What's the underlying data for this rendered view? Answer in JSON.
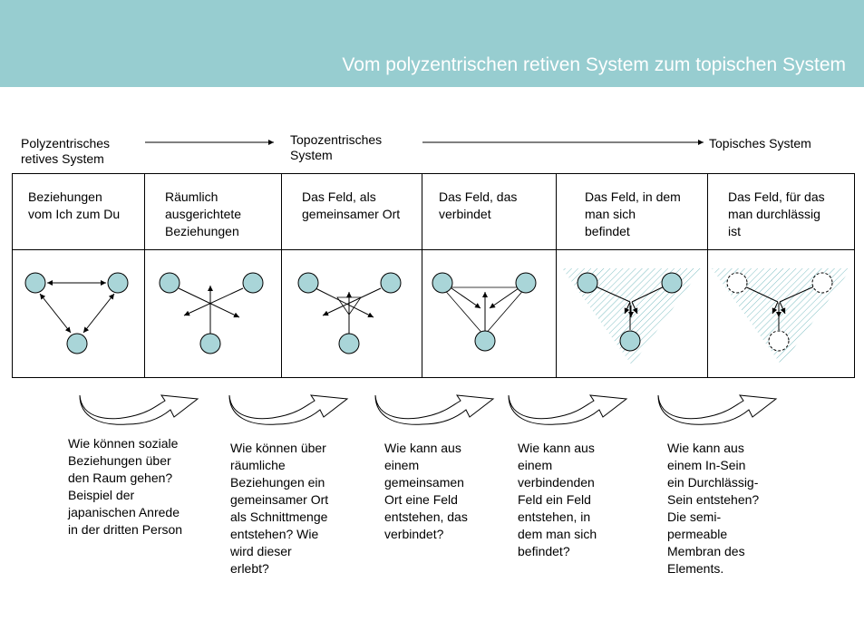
{
  "header": {
    "title": "Vom polyzentrischen retiven System zum topischen System"
  },
  "stages": [
    [
      "Polyzentrisches",
      "retives System"
    ],
    [
      "Topozentrisches",
      "System"
    ],
    [
      "Topisches System"
    ]
  ],
  "columns": [
    [
      "Beziehungen",
      "vom Ich zum Du"
    ],
    [
      "Räumlich",
      "ausgerichtete",
      "Beziehungen"
    ],
    [
      "Das Feld, als",
      "gemeinsamer Ort"
    ],
    [
      "Das Feld, das",
      "verbindet"
    ],
    [
      "Das Feld, in dem",
      "man sich",
      "befindet"
    ],
    [
      "Das Feld, für das",
      "man durchlässig",
      "ist"
    ]
  ],
  "questions": [
    [
      "Wie können soziale",
      "Beziehungen über",
      "den Raum gehen?",
      "Beispiel der",
      "japanischen Anrede",
      "in der dritten Person"
    ],
    [
      "Wie können über",
      "räumliche",
      "Beziehungen ein",
      "gemeinsamer Ort",
      "als Schnittmenge",
      "entstehen? Wie",
      "wird dieser",
      "erlebt?"
    ],
    [
      "Wie kann aus",
      "einem",
      "gemeinsamen",
      "Ort eine Feld",
      "entstehen, das",
      "verbindet?"
    ],
    [
      "Wie kann aus",
      "einem",
      "verbindenden",
      "Feld ein Feld",
      "entstehen, in",
      "dem man sich",
      "befindet?"
    ],
    [
      "Wie kann aus",
      "einem In-Sein",
      "ein Durchlässig-",
      "Sein entstehen?",
      "Die semi-",
      "permeable",
      "Membran des",
      "Elements."
    ]
  ],
  "colors": {
    "header": "#97cdd0",
    "node": "#a9d5d8",
    "hatch": "#7fbfc3"
  }
}
